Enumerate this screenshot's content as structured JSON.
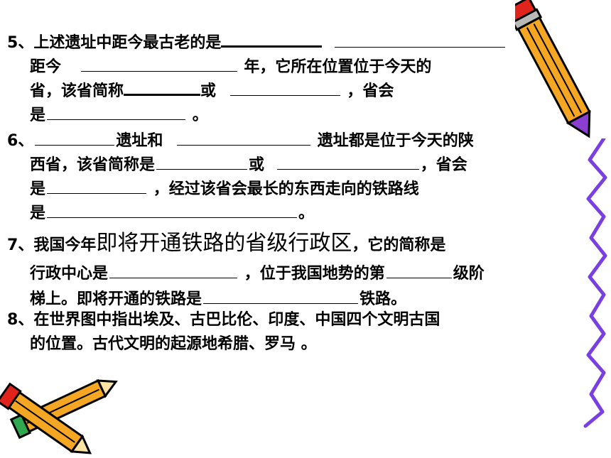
{
  "questions": {
    "q5": {
      "num": "5",
      "l1": "、上述遗址中距今最古老的是",
      "l2a": "距今",
      "l2b": "年，它所在位置位于今天的",
      "l3a": "省，该省简称",
      "l3b": "或",
      "l3c": "，省会",
      "l4a": "是",
      "l4b": "。"
    },
    "q6": {
      "num": "6",
      "l1a": "、",
      "l1b": "遗址和",
      "l1c": "遗址都是位于今天的陕",
      "l2a": "西省，该省简称是",
      "l2b": "或",
      "l2c": "，省会",
      "l3a": "是",
      "l3b": "，经过该省会最长的东西走向的铁路线",
      "l4a": "是",
      "l4b": "。"
    },
    "q7": {
      "num": "7",
      "l1a": "、我国今年",
      "l1b": "即将开通铁路的省级行政区",
      "l1c": "，它的简称是",
      "l2a": "行政中心是",
      "l2b": "，位于我国地势的第",
      "l2c": "级阶",
      "l3a": "梯上。即将开通的铁路是",
      "l3b": "铁路。"
    },
    "q8": {
      "num": "8",
      "l1": "、在世界图中指出埃及、古巴比伦、印度、中国四个文明古国",
      "l2": "的位置。古代文明的起源地希腊、罗马 。"
    }
  },
  "decorations": {
    "pencil_top_right": "pencil-icon",
    "pencils_bottom_left": "pencils-icon",
    "zigzag_right": "zigzag-line",
    "colors": {
      "pencil_body": "#f5a623",
      "pencil_edge": "#000000",
      "eraser": "#e0241b",
      "tip": "#8b3fd0",
      "zigzag": "#7a3fe0"
    }
  }
}
